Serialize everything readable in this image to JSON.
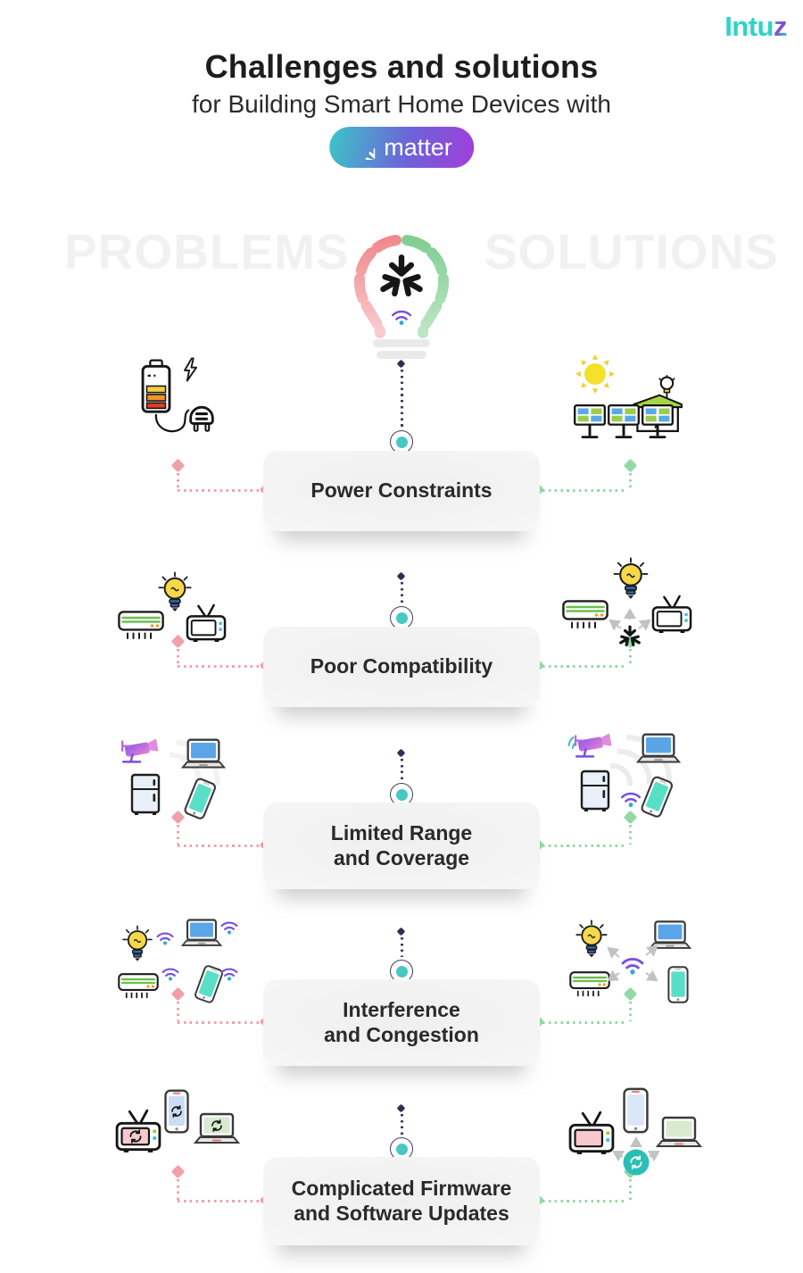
{
  "brand": {
    "logo_text_main": "Intu",
    "logo_text_accent": "z"
  },
  "header": {
    "title": "Challenges and solutions",
    "subtitle": "for Building Smart Home Devices with",
    "matter_badge": "matter"
  },
  "watermarks": {
    "problems": "PROBLEMS",
    "solutions": "SOLUTIONS"
  },
  "center_icon": "matter-smart-bulb",
  "rows": [
    {
      "label_line1": "Power Constraints",
      "label_line2": "",
      "problem_icon": "low-battery-with-charger",
      "solution_icon": "solar-powered-home"
    },
    {
      "label_line1": "Poor Compatibility",
      "label_line2": "",
      "problem_icon": "incompatible-devices",
      "solution_icon": "devices-unified-by-matter"
    },
    {
      "label_line1": "Limited Range",
      "label_line2": "and Coverage",
      "problem_icon": "devices-weak-signal",
      "solution_icon": "devices-full-coverage"
    },
    {
      "label_line1": "Interference",
      "label_line2": "and Congestion",
      "problem_icon": "devices-many-wifi-networks",
      "solution_icon": "devices-single-wifi-network"
    },
    {
      "label_line1": "Complicated Firmware",
      "label_line2": "and Software Updates",
      "problem_icon": "per-device-updates",
      "solution_icon": "unified-update"
    }
  ],
  "colors": {
    "problem_accent": "#F2A0A7",
    "solution_accent": "#93D9A4",
    "node_teal": "#47C8C3",
    "timeline_navy": "#3C3C5E",
    "watermark_grey": "#F1F1F2",
    "badge_gradient_start": "#3BC5C6",
    "badge_gradient_end": "#A03FD9",
    "logo_teal": "#2FD3C9"
  }
}
